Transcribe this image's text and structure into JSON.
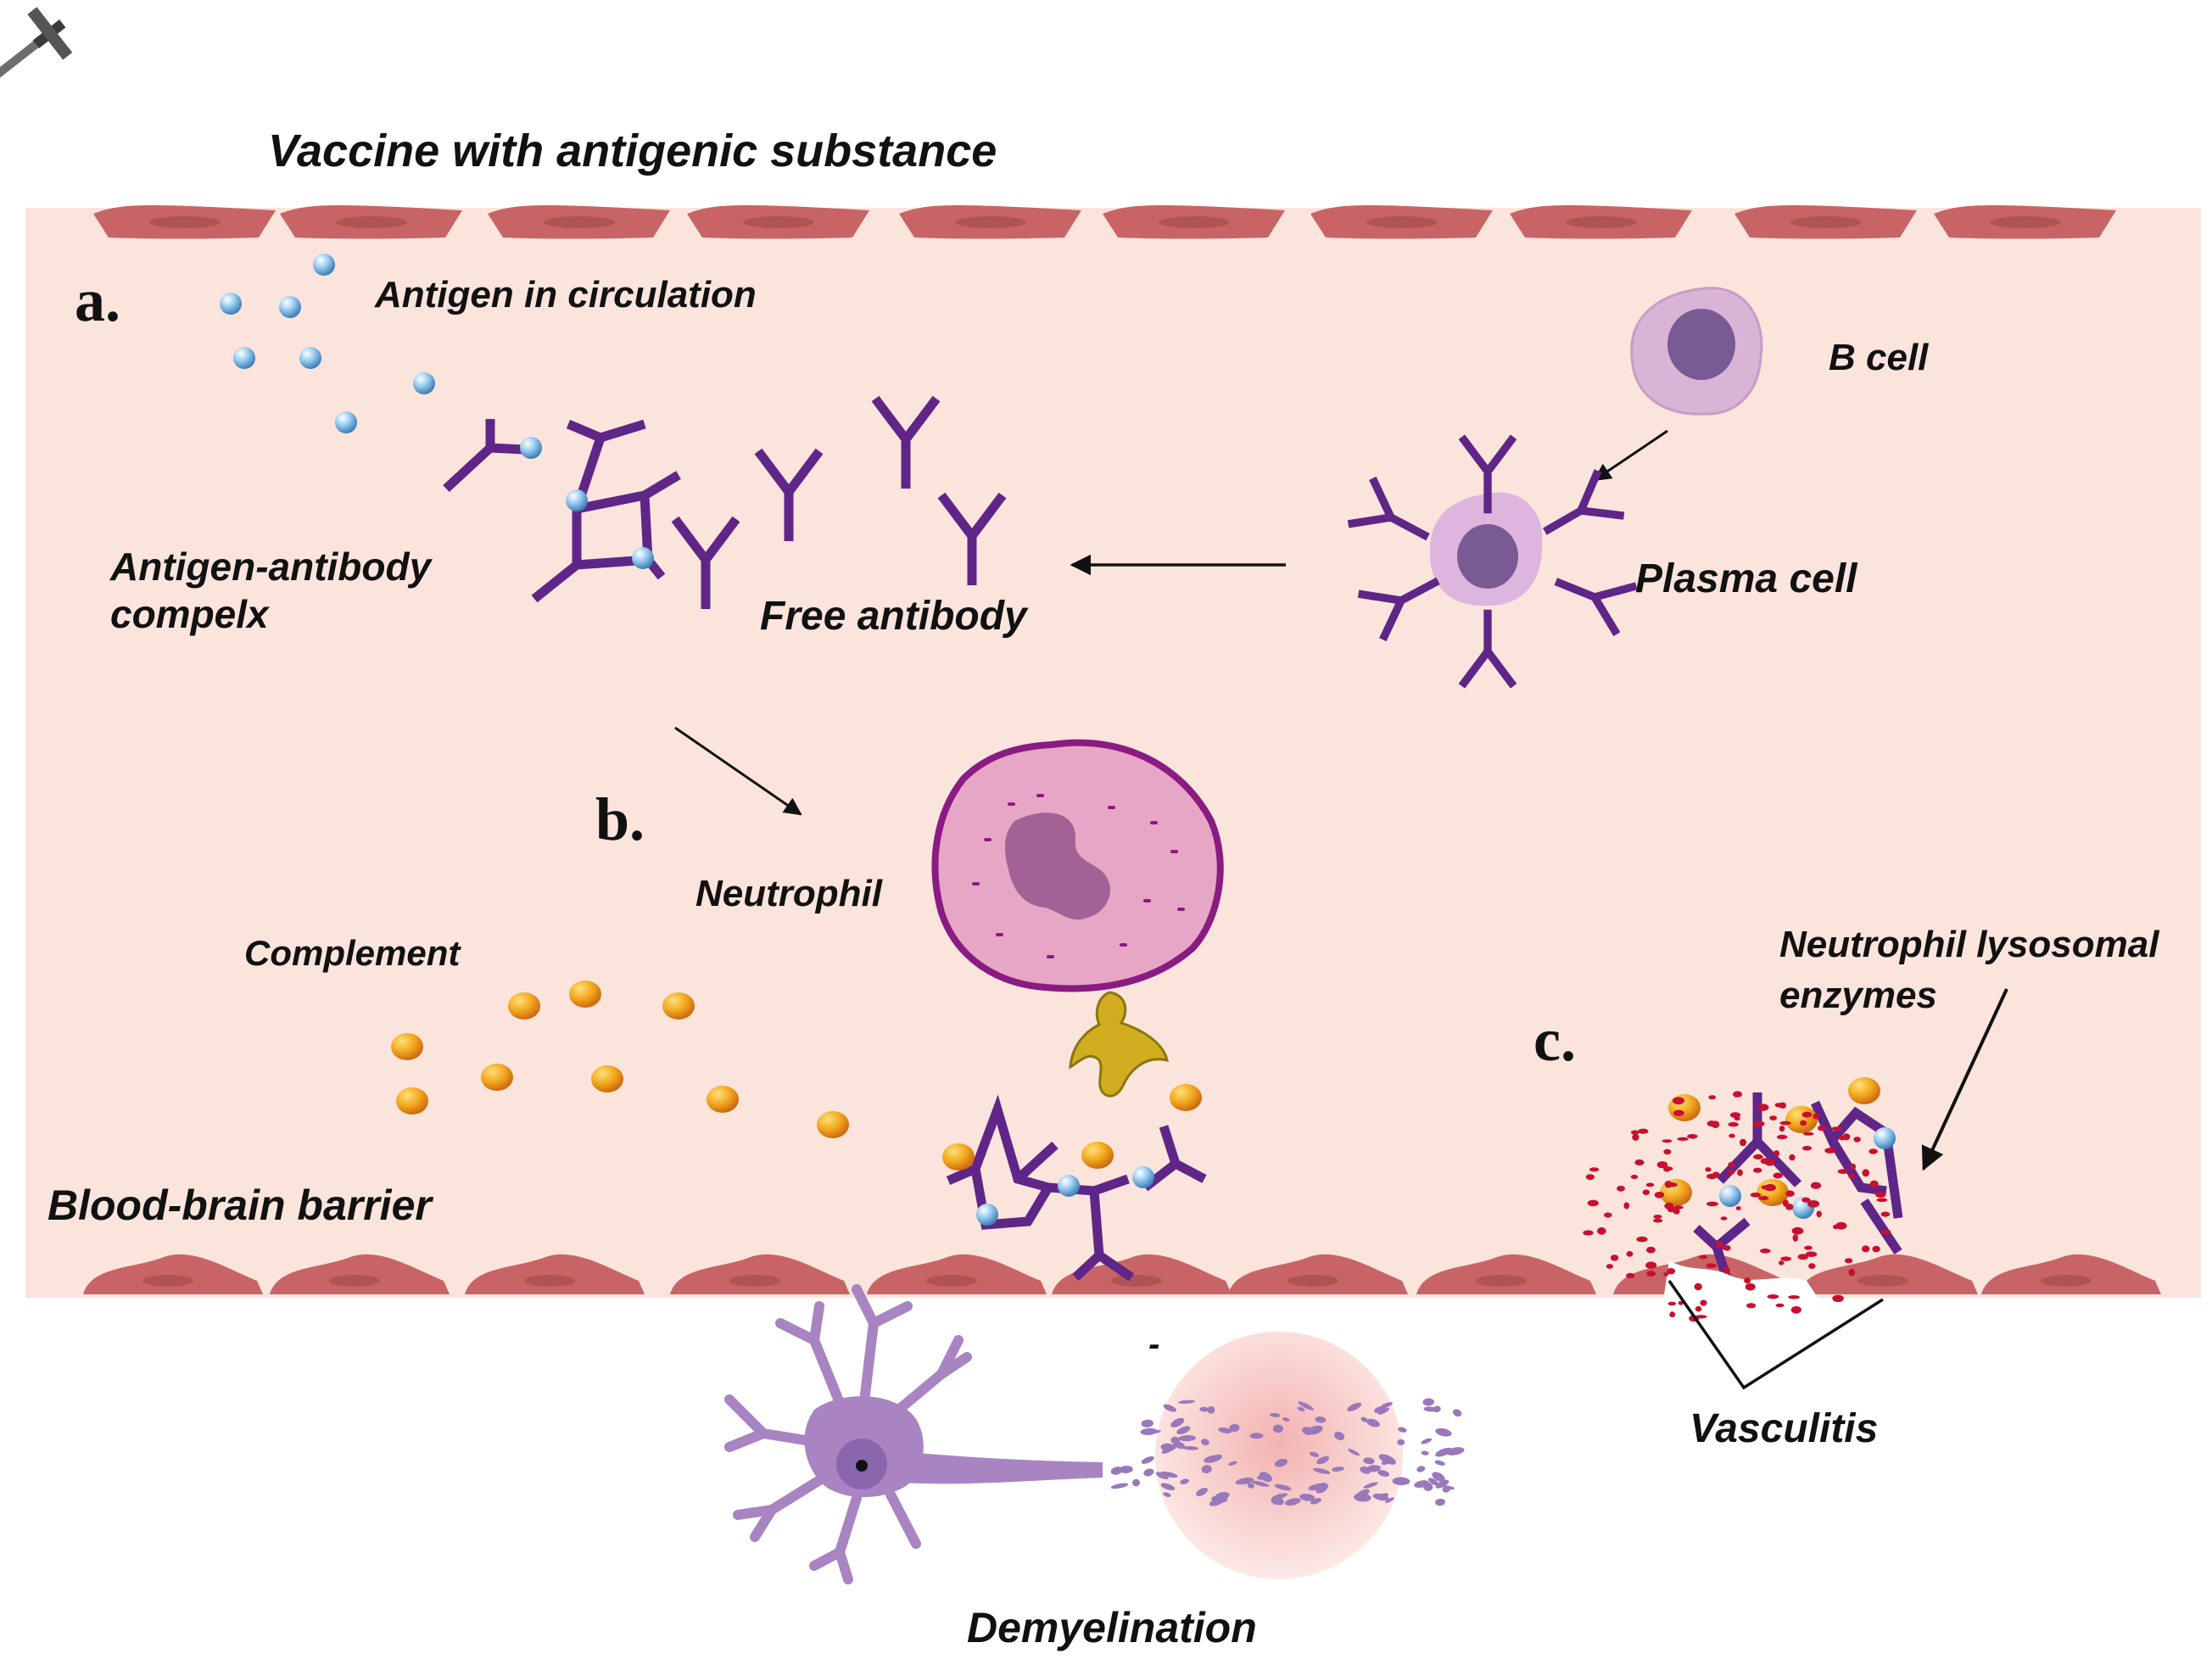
{
  "labels": {
    "vaccine": "Vaccine with antigenic substance",
    "antigen_circulation": "Antigen in circulation",
    "b_cell": "B cell",
    "plasma_cell": "Plasma cell",
    "complex_line1": "Antigen-antibody",
    "complex_line2": "compelx",
    "free_antibody": "Free antibody",
    "neutrophil": "Neutrophil",
    "complement": "Complement",
    "bbb": "Blood-brain barrier",
    "enzymes_line1": "Neutrophil lysosomal",
    "enzymes_line2": "enzymes",
    "vasculitis": "Vasculitis",
    "demyelination": "Demyelination",
    "stray_mark": "-"
  },
  "panels": {
    "a": "a.",
    "b": "b.",
    "c": "c."
  },
  "colors": {
    "vessel_fill": "#fbe4dc",
    "endothelium": "#c96466",
    "antigen": "#8cc7ef",
    "antibody": "#5f2688",
    "complement": "#f0a21c",
    "neutrophil_border": "#8a1b82",
    "neutrophil_fill": "#e8a6c6",
    "b_cell": "#d8b4d6",
    "nucleus": "#7a5a93",
    "receptor": "#c4a21a",
    "neuron": "#a884c2",
    "enzyme_dots": "#c8102e"
  },
  "icons": [
    "syringe-icon",
    "neuron-icon"
  ]
}
